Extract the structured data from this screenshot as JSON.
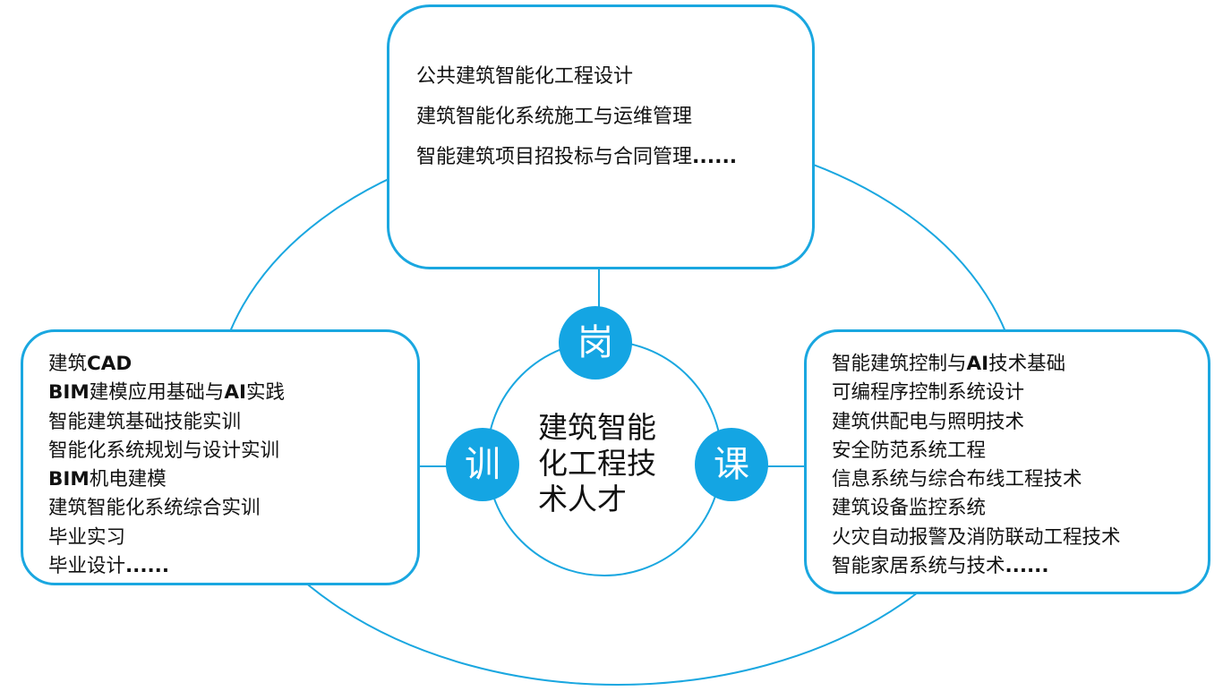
{
  "center": {
    "lines": [
      "建筑智能",
      "化工程技",
      "术人才"
    ]
  },
  "badges": {
    "gang": "岗",
    "xun": "训",
    "ke": "课"
  },
  "top_box": {
    "items": [
      "公共建筑智能化工程设计",
      "建筑智能化系统施工与运维管理",
      "智能建筑项目招投标与合同管理",
      "......"
    ]
  },
  "left_box": {
    "items": [
      {
        "pre": "建筑",
        "latin": "CAD",
        "post": ""
      },
      {
        "pre": "",
        "latin": "BIM",
        "post": "建模应用基础与"
      },
      {
        "post2_latin": "AI",
        "post2": "实践"
      },
      {
        "pre": "智能建筑基础技能实训"
      },
      {
        "pre": "智能化系统规划与设计实训"
      },
      {
        "pre": "",
        "latin": "BIM",
        "post": "机电建模"
      },
      {
        "pre": "建筑智能化系统综合实训"
      },
      {
        "pre": "毕业实习"
      },
      {
        "pre": "毕业设计",
        "latin": "......"
      }
    ]
  },
  "right_box": {
    "items": [
      {
        "pre": "智能建筑控制与",
        "latin": "AI",
        "post": "技术基础"
      },
      {
        "pre": "可编程序控制系统设计"
      },
      {
        "pre": "建筑供配电与照明技术"
      },
      {
        "pre": "安全防范系统工程"
      },
      {
        "pre": "信息系统与综合布线工程技术"
      },
      {
        "pre": "建筑设备监控系统"
      },
      {
        "pre": "火灾自动报警及消防联动工程技术"
      },
      {
        "pre": "智能家居系统与技术",
        "latin": "......"
      }
    ]
  },
  "colors": {
    "accent": "#14a5e3",
    "line": "#1aa7e0"
  }
}
